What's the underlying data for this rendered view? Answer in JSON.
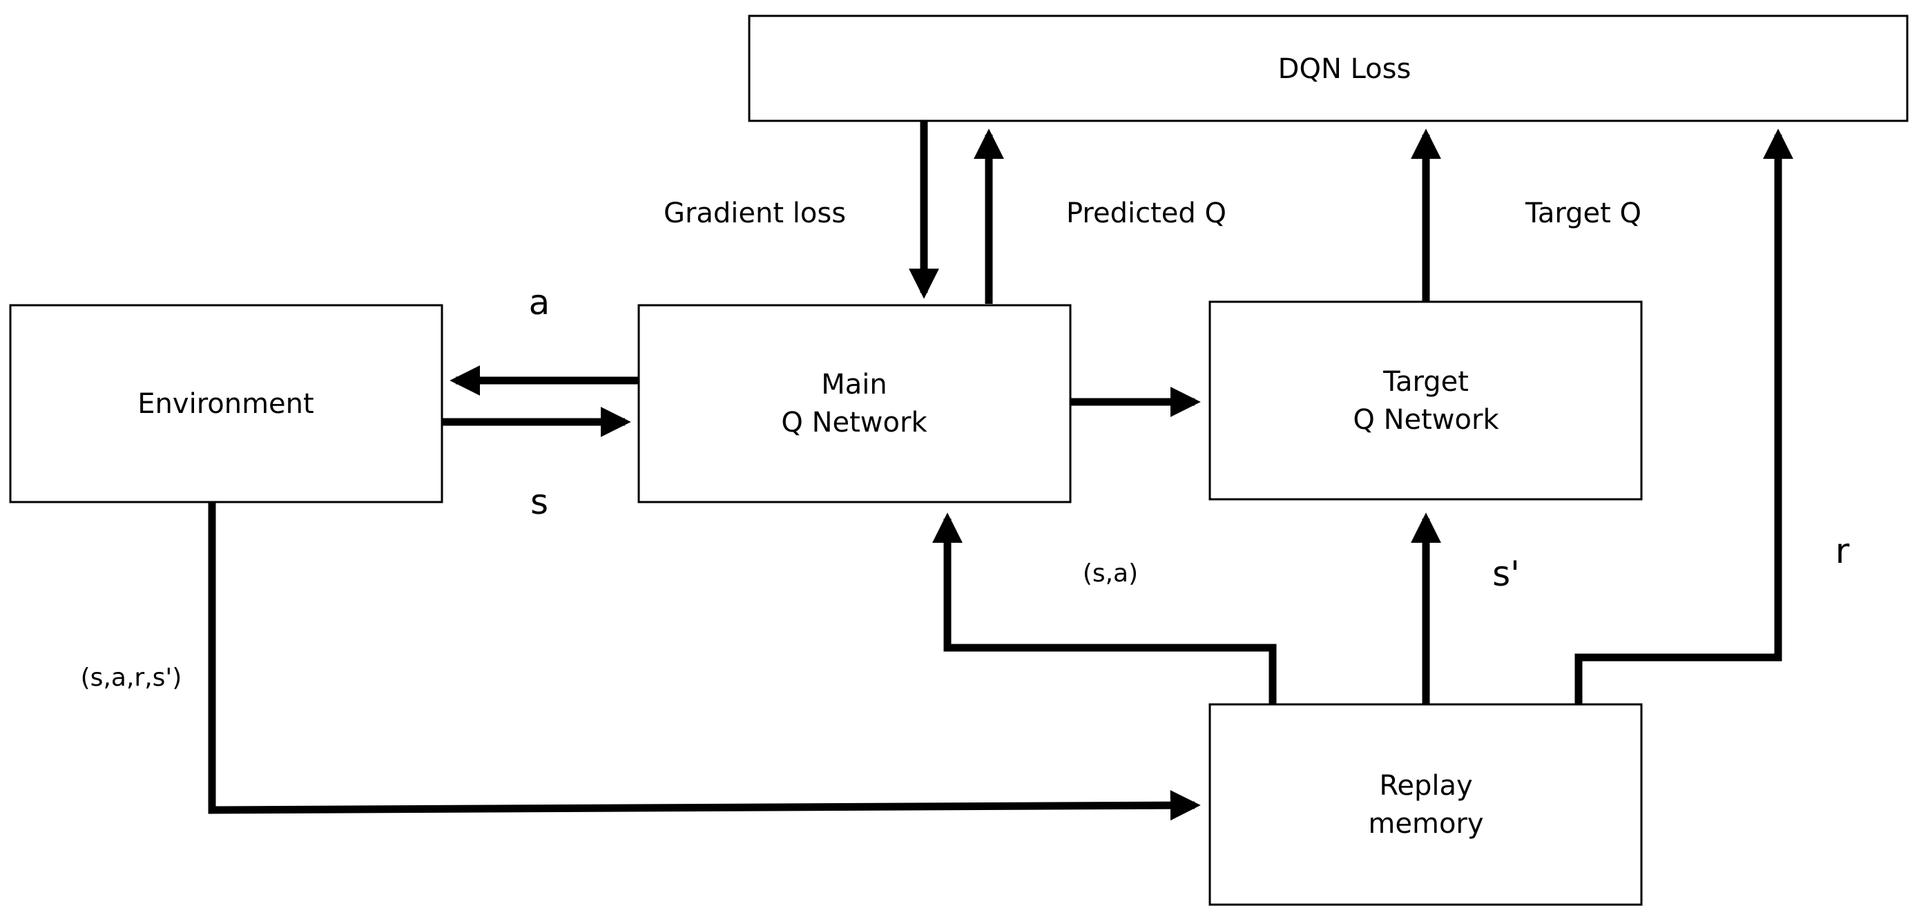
{
  "nodes": {
    "dqn_loss": "DQN Loss",
    "environment": "Environment",
    "main_q_line1": "Main",
    "main_q_line2": "Q Network",
    "target_q_line1": "Target",
    "target_q_line2": "Q Network",
    "replay_line1": "Replay",
    "replay_line2": "memory"
  },
  "edges": {
    "gradient_loss": "Gradient loss",
    "predicted_q": "Predicted Q",
    "target_q": "Target Q",
    "action": "a",
    "state": "s",
    "transition": "(s,a,r,s')",
    "state_action": "(s,a)",
    "next_state": "s'",
    "reward": "r"
  }
}
